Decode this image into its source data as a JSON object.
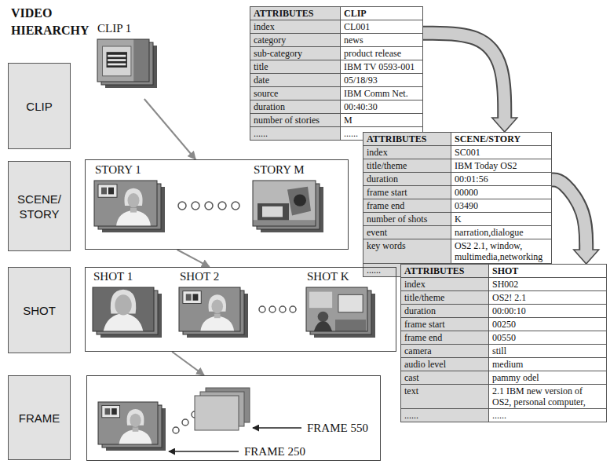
{
  "diagram": {
    "title": "VIDEO HIERARCHY",
    "nodes": [
      {
        "text": [
          "CLIP"
        ]
      },
      {
        "text": [
          "CLIP 1"
        ]
      },
      {
        "text": [
          "ATTRIBUTES",
          "CLIP",
          "index",
          "CL001",
          "category",
          "news",
          "sub-category",
          "product release",
          "title",
          "IBM TV 0593-001",
          "date",
          "05/18/93",
          "source",
          "IBM Comm Net.",
          "duration",
          "00:40:30",
          "number of stories",
          "M",
          "......",
          "......"
        ]
      },
      {
        "text": [
          "SCENE/ STORY"
        ]
      },
      {
        "text": [
          "STORY 1",
          "STORY M"
        ]
      },
      {
        "text": [
          "ATTRIBUTES",
          "SCENE/STORY",
          "index",
          "SC001",
          "title/theme",
          "IBM Today OS2",
          "duration",
          "00:01:56",
          "frame start",
          "00000",
          "frame end",
          "03490",
          "number of shots",
          "K",
          "event",
          "narration,dialogue",
          "key words",
          "OS2 2.1, window, multimedia,networking",
          "......"
        ]
      },
      {
        "text": [
          "SHOT"
        ]
      },
      {
        "text": [
          "SHOT 1",
          "SHOT 2",
          "SHOT K"
        ]
      },
      {
        "text": [
          "ATTRIBUTES",
          "SHOT",
          "index",
          "SH002",
          "title/theme",
          "OS2! 2.1",
          "duration",
          "00:00:10",
          "frame start",
          "00250",
          "frame end",
          "00550",
          "camera",
          "still",
          "audio level",
          "medium",
          "cast",
          "pammy odel",
          "text",
          "2.1 IBM new version of OS2, personal computer,",
          "......",
          "......"
        ]
      },
      {
        "text": [
          "FRAME"
        ]
      },
      {
        "text": [
          "FRAME 550",
          "FRAME 250"
        ]
      }
    ],
    "edges": [
      {
        "from": 1,
        "to": 4,
        "arrow": "to"
      },
      {
        "from": 4,
        "to": 7,
        "arrow": "to"
      },
      {
        "from": 7,
        "to": 10,
        "arrow": "to"
      },
      {
        "from": 2,
        "to": 5,
        "arrow": "to"
      },
      {
        "from": 5,
        "to": 8,
        "arrow": "to"
      }
    ]
  }
}
